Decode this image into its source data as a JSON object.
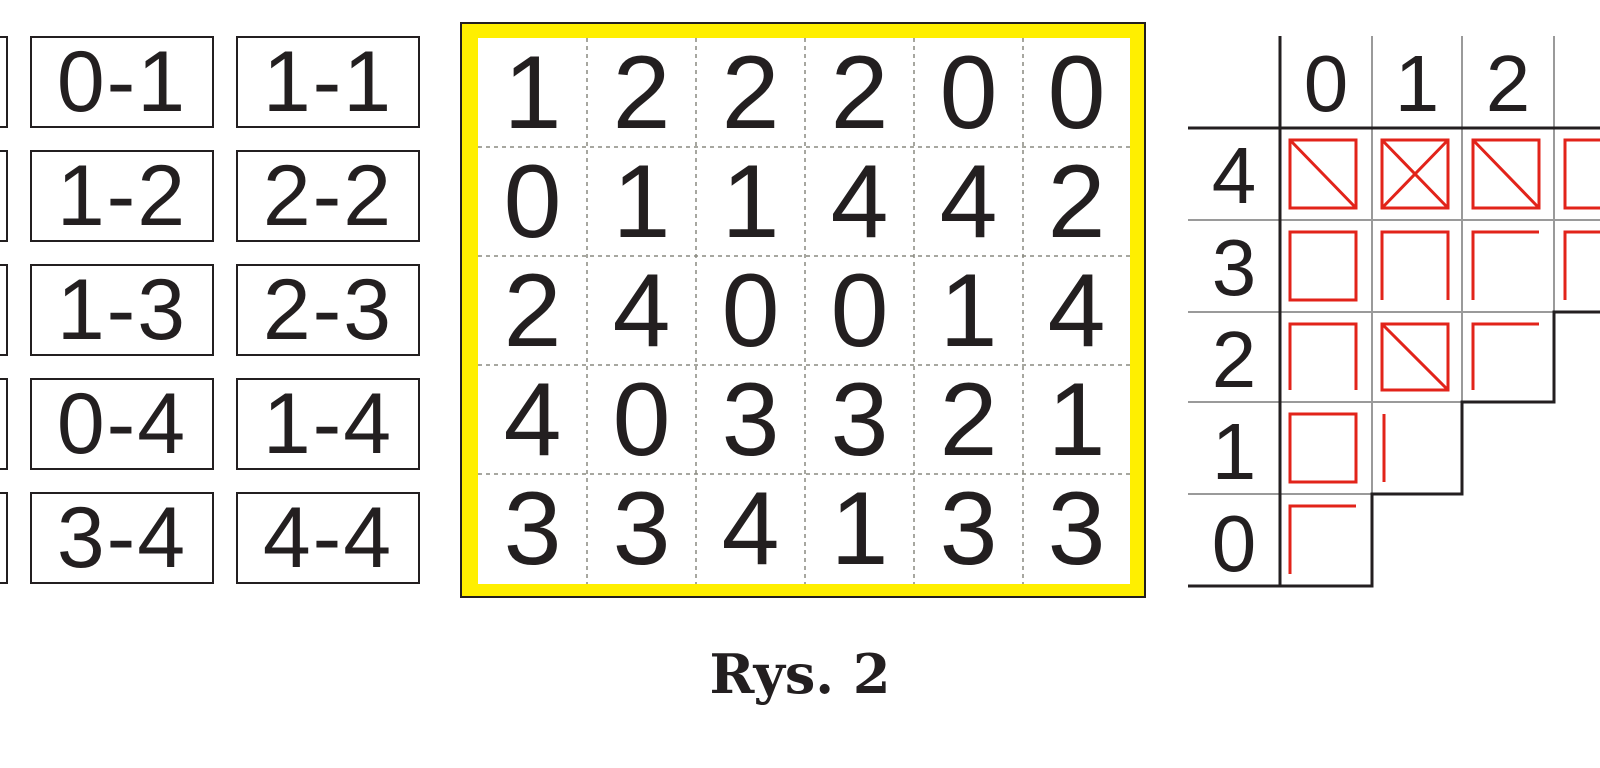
{
  "domino_tiles": {
    "column_1": [
      "0-1",
      "1-2",
      "1-3",
      "0-4",
      "3-4"
    ],
    "column_2": [
      "1-1",
      "2-2",
      "2-3",
      "1-4",
      "4-4"
    ]
  },
  "board": {
    "rows": [
      [
        "1",
        "2",
        "2",
        "2",
        "0",
        "0"
      ],
      [
        "0",
        "1",
        "1",
        "4",
        "4",
        "2"
      ],
      [
        "2",
        "4",
        "0",
        "0",
        "1",
        "4"
      ],
      [
        "4",
        "0",
        "3",
        "3",
        "2",
        "1"
      ],
      [
        "3",
        "3",
        "4",
        "1",
        "3",
        "3"
      ]
    ],
    "frame_color": "#ffef00"
  },
  "table": {
    "column_headers": [
      "0",
      "1",
      "2"
    ],
    "row_headers": [
      "4",
      "3",
      "2",
      "1",
      "0"
    ],
    "mark_color": "#e2231a"
  },
  "caption": "Rys. 2"
}
